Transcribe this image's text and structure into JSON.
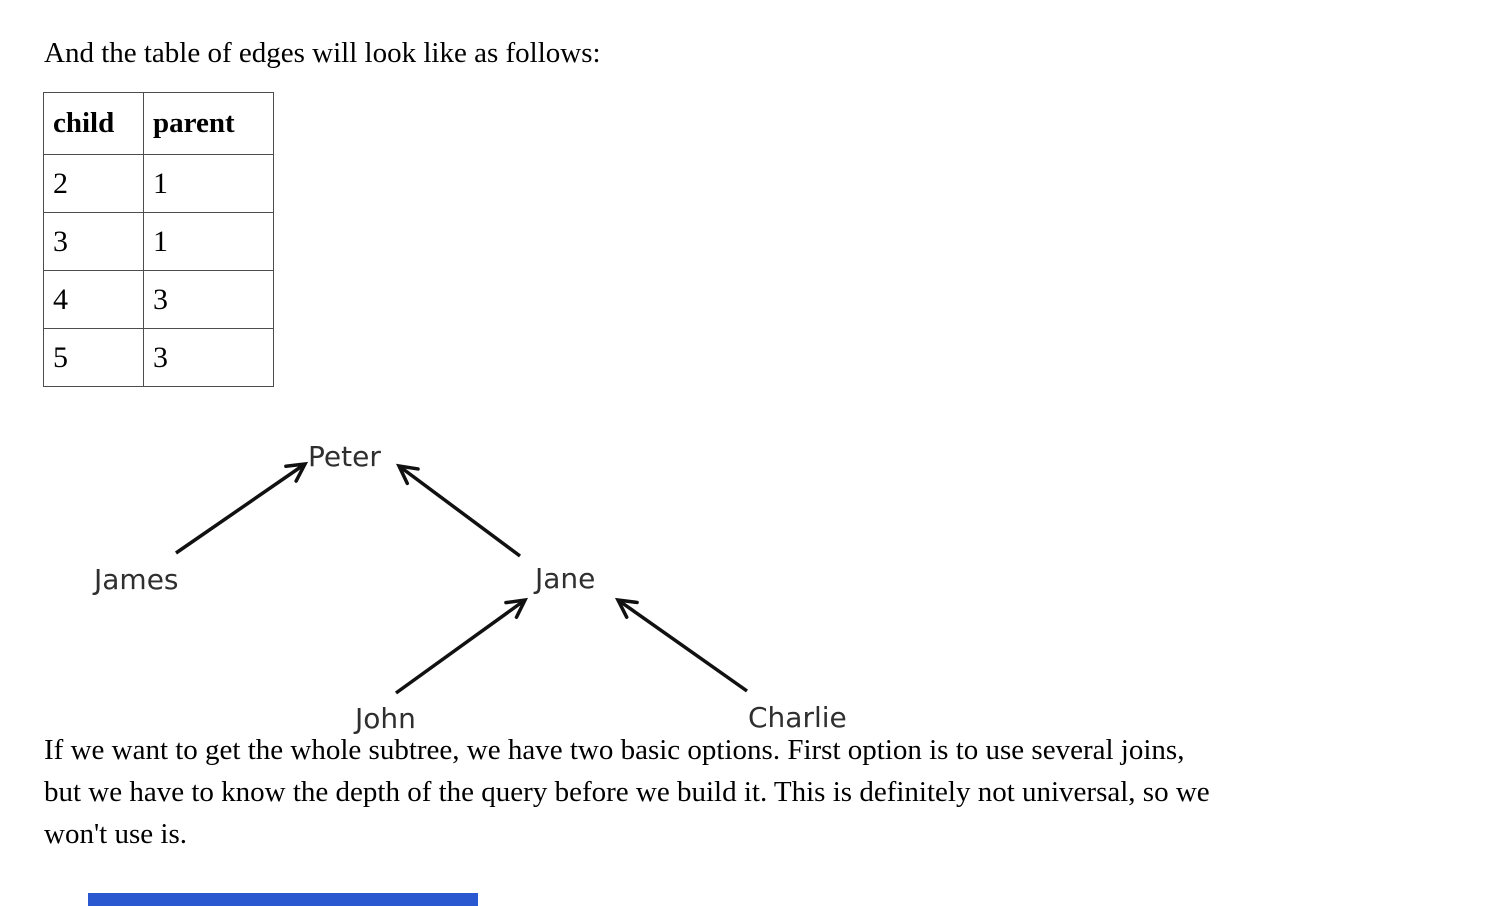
{
  "heading": {
    "text": "And the table of edges will look like as follows:"
  },
  "edges_table": {
    "headers": [
      "child",
      "parent"
    ],
    "rows": [
      [
        "2",
        "1"
      ],
      [
        "3",
        "1"
      ],
      [
        "4",
        "3"
      ],
      [
        "5",
        "3"
      ]
    ]
  },
  "tree": {
    "nodes": [
      {
        "id": "1",
        "label": "Peter"
      },
      {
        "id": "2",
        "label": "James"
      },
      {
        "id": "3",
        "label": "Jane"
      },
      {
        "id": "4",
        "label": "John"
      },
      {
        "id": "5",
        "label": "Charlie"
      }
    ],
    "edges": [
      {
        "from": "James",
        "to": "Peter"
      },
      {
        "from": "Jane",
        "to": "Peter"
      },
      {
        "from": "John",
        "to": "Jane"
      },
      {
        "from": "Charlie",
        "to": "Jane"
      }
    ],
    "arrow_color": "#111111",
    "label_color": "#2f2f2f"
  },
  "paragraph": {
    "lines": [
      "If we want to get the whole subtree, we have two basic options. First option is to use several joins,",
      "but we have to know the depth of the query before we build it. This is definitely not universal, so we",
      "won't use is."
    ]
  },
  "accent_bar": {
    "color": "#2a58d0"
  }
}
